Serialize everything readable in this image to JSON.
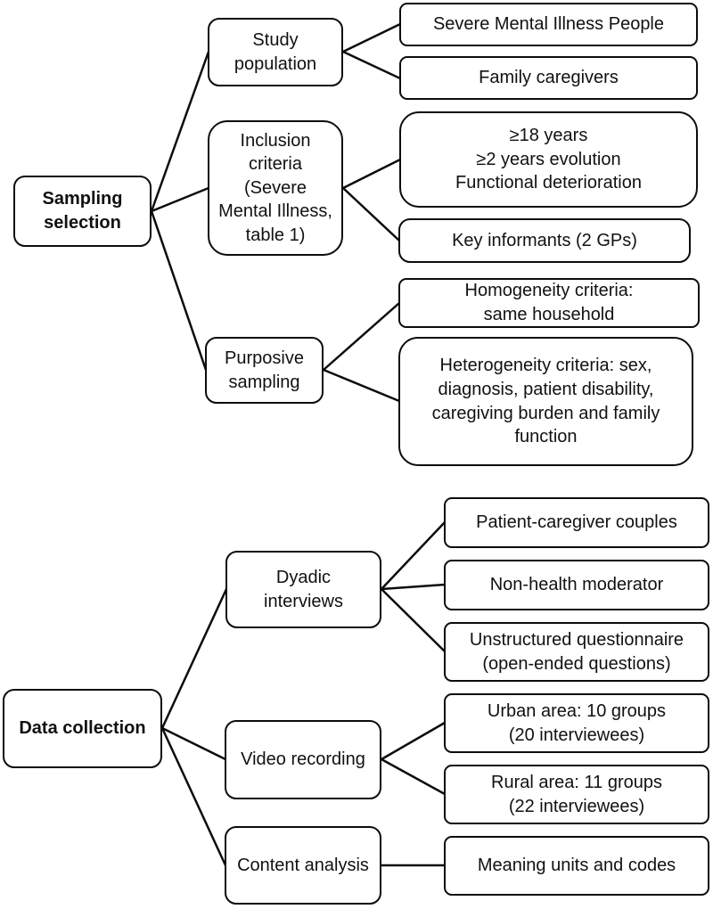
{
  "figure": {
    "title": "Study design flowchart: sampling selection and data collection",
    "background_color": "#ffffff",
    "stroke_color": "#0c0c0c"
  },
  "nodes": {
    "sampling_selection": "Sampling\nselection",
    "study_population": "Study\npopulation",
    "inclusion_criteria": "Inclusion\ncriteria\n(Severe\nMental Illness,\ntable 1)",
    "purposive_sampling": "Purposive\nsampling",
    "smi_people": "Severe Mental Illness People",
    "family_caregivers": "Family caregivers",
    "inclusion_details": "≥18 years\n≥2 years evolution\nFunctional deterioration",
    "key_informants": "Key informants (2 GPs)",
    "homogeneity_criteria": "Homogeneity criteria:\nsame household",
    "heterogeneity_criteria": "Heterogeneity criteria: sex,\ndiagnosis, patient disability,\ncaregiving burden and family\nfunction",
    "data_collection": "Data collection",
    "dyadic_interviews": "Dyadic\ninterviews",
    "video_recording": "Video recording",
    "content_analysis": "Content analysis",
    "patient_caregiver_couples": "Patient-caregiver couples",
    "non_health_moderator": "Non-health moderator",
    "unstructured_questionnaire": "Unstructured questionnaire\n(open-ended questions)",
    "urban_area": "Urban area: 10 groups\n(20 interviewees)",
    "rural_area": "Rural area: 11 groups\n(22 interviewees)",
    "meaning_units": "Meaning units and codes"
  },
  "edges": [
    {
      "from": "sampling_selection",
      "to": "study_population"
    },
    {
      "from": "sampling_selection",
      "to": "inclusion_criteria"
    },
    {
      "from": "sampling_selection",
      "to": "purposive_sampling"
    },
    {
      "from": "study_population",
      "to": "smi_people"
    },
    {
      "from": "study_population",
      "to": "family_caregivers"
    },
    {
      "from": "inclusion_criteria",
      "to": "inclusion_details"
    },
    {
      "from": "inclusion_criteria",
      "to": "key_informants"
    },
    {
      "from": "purposive_sampling",
      "to": "homogeneity_criteria"
    },
    {
      "from": "purposive_sampling",
      "to": "heterogeneity_criteria"
    },
    {
      "from": "data_collection",
      "to": "dyadic_interviews"
    },
    {
      "from": "data_collection",
      "to": "video_recording"
    },
    {
      "from": "data_collection",
      "to": "content_analysis"
    },
    {
      "from": "dyadic_interviews",
      "to": "patient_caregiver_couples"
    },
    {
      "from": "dyadic_interviews",
      "to": "non_health_moderator"
    },
    {
      "from": "dyadic_interviews",
      "to": "unstructured_questionnaire"
    },
    {
      "from": "video_recording",
      "to": "urban_area"
    },
    {
      "from": "video_recording",
      "to": "rural_area"
    },
    {
      "from": "content_analysis",
      "to": "meaning_units"
    }
  ]
}
